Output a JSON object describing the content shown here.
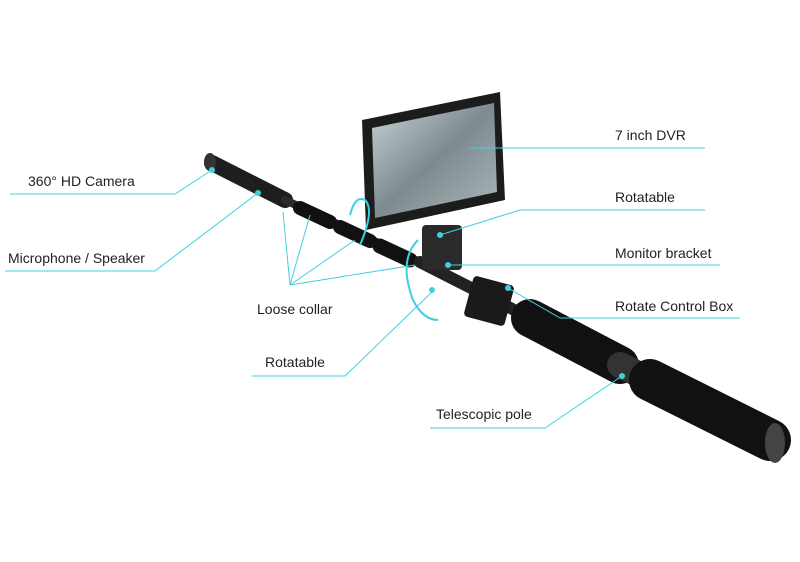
{
  "title": "Telescopic inspection camera diagram",
  "accent_color": "#3fd0e0",
  "labels": {
    "dvr": "7 inch DVR",
    "camera": "360° HD Camera",
    "rotatable_top": "Rotatable",
    "monitor_bracket": "Monitor bracket",
    "microphone": "Microphone / Speaker",
    "loose_collar": "Loose collar",
    "control_box": "Rotate Control Box",
    "rotatable_bottom": "Rotatable",
    "pole": "Telescopic pole"
  }
}
